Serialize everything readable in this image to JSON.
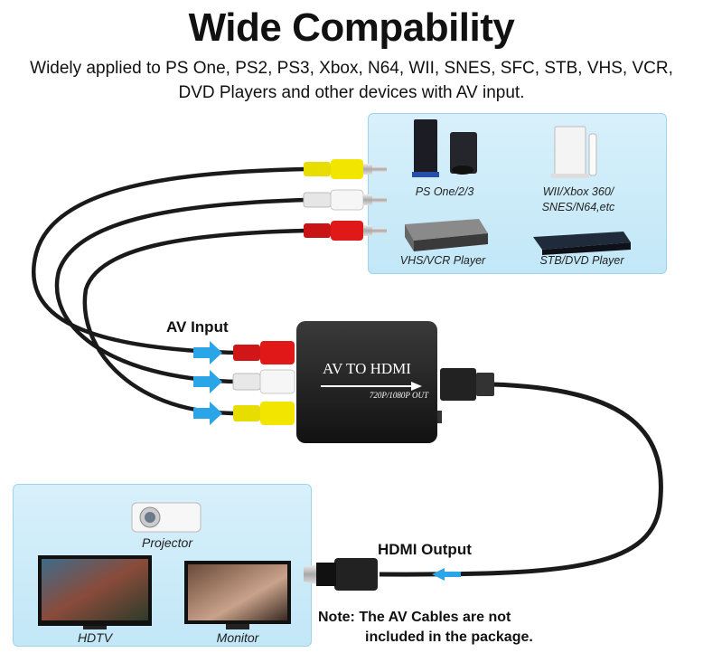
{
  "header": {
    "title": "Wide Compability",
    "subtitle": "Widely applied to PS One, PS2, PS3, Xbox, N64, WII, SNES, SFC, STB, VHS, VCR, DVD Players and other devices with AV input."
  },
  "source_devices": [
    {
      "label": "PS One/2/3",
      "icon": "console-icon"
    },
    {
      "label": "WII/Xbox 360/ SNES/N64,etc",
      "label_line1": "WII/Xbox 360/",
      "label_line2": "SNES/N64,etc",
      "icon": "wii-icon"
    },
    {
      "label": "VHS/VCR Player",
      "icon": "vcr-icon"
    },
    {
      "label": "STB/DVD Player",
      "icon": "dvd-player-icon"
    }
  ],
  "converter": {
    "title": "AV TO HDMI",
    "spec": "720P/1080P OUT"
  },
  "callouts": {
    "av_input": "AV Input",
    "hdmi_output": "HDMI Output"
  },
  "output_devices": [
    {
      "label": "Projector",
      "icon": "projector-icon"
    },
    {
      "label": "HDTV",
      "icon": "hdtv-icon"
    },
    {
      "label": "Monitor",
      "icon": "monitor-icon"
    }
  ],
  "note": {
    "line1": "Note: The AV Cables are not",
    "line2": "included in the package."
  },
  "colors": {
    "arrow": "#2aa6e8",
    "rca_yellow": "#f2e600",
    "rca_white": "#f4f4f4",
    "rca_red": "#e01818",
    "panel": "#c8eaf8"
  }
}
